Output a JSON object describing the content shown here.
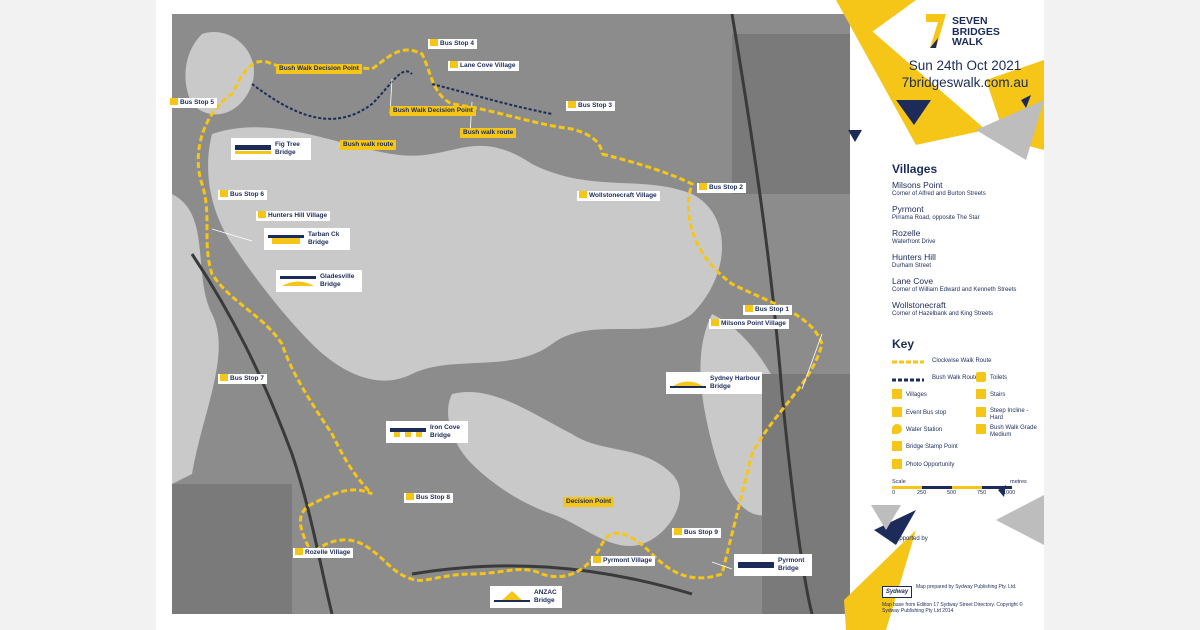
{
  "header": {
    "logo_text": [
      "SEVEN",
      "BRIDGES",
      "WALK"
    ],
    "date": "Sun 24th Oct 2021",
    "url": "7bridgeswalk.com.au"
  },
  "colors": {
    "navy": "#1c2b5a",
    "yellow": "#f5c518",
    "map_grey": "#8c8c8c",
    "water": "#c9c9c9"
  },
  "villages_heading": "Villages",
  "villages": [
    {
      "name": "Milsons Point",
      "address": "Corner of Alfred and Burton Streets"
    },
    {
      "name": "Pyrmont",
      "address": "Pirrama Road, opposite The Star"
    },
    {
      "name": "Rozelle",
      "address": "Waterfront Drive"
    },
    {
      "name": "Hunters Hill",
      "address": "Durham Street"
    },
    {
      "name": "Lane Cove",
      "address": "Corner of William Edward and Kenneth Streets"
    },
    {
      "name": "Wollstonecraft",
      "address": "Corner of Hazelbank and King Streets"
    }
  ],
  "key_heading": "Key",
  "key": {
    "clockwise": "Clockwise Walk Route",
    "bush_route": "Bush Walk Route",
    "toilets": "Toilets",
    "villages": "Villages",
    "stairs": "Stairs",
    "event_bus": "Event Bus stop",
    "steep": "Steep Incline - Hard",
    "water": "Water Station",
    "bush_grade": "Bush Walk Grade Medium",
    "stamp": "Bridge Stamp Point",
    "photo": "Photo Opportunity"
  },
  "scale": {
    "label": "Scale",
    "unit": "metres",
    "ticks": [
      "0",
      "250",
      "500",
      "750",
      "1000"
    ]
  },
  "supported_by": "Supported by",
  "credit": {
    "brand": "Sydway",
    "line1": "Map prepared by Sydway Publishing Pty. Ltd.",
    "line2": "Map base from Edition 17 Sydway Street Directory. Copyright © Sydway Publishing Pty Ltd 2014"
  },
  "map_labels": {
    "bus_stop_1": "Bus Stop 1",
    "bus_stop_2": "Bus Stop 2",
    "bus_stop_3": "Bus Stop 3",
    "bus_stop_4": "Bus Stop 4",
    "bus_stop_5": "Bus Stop 5",
    "bus_stop_6": "Bus Stop 6",
    "bus_stop_7": "Bus Stop 7",
    "bus_stop_8": "Bus Stop 8",
    "bus_stop_9": "Bus Stop 9",
    "lane_cove_village": "Lane Cove Village",
    "wollstonecraft_village": "Wollstonecraft Village",
    "milsons_point_village": "Milsons Point Village",
    "hunters_hill_village": "Hunters Hill Village",
    "rozelle_village": "Rozelle Village",
    "pyrmont_village": "Pyrmont Village",
    "bush_decision_1": "Bush Walk Decision Point",
    "bush_decision_2": "Bush Walk Decision Point",
    "bush_route_1": "Bush walk route",
    "bush_route_2": "Bush walk route",
    "decision_point": "Decision Point",
    "fig_tree": [
      "Fig Tree",
      "Bridge"
    ],
    "tarban": [
      "Tarban Ck",
      "Bridge"
    ],
    "gladesville": [
      "Gladesville",
      "Bridge"
    ],
    "harbour": [
      "Sydney Harbour",
      "Bridge"
    ],
    "iron_cove": [
      "Iron Cove",
      "Bridge"
    ],
    "anzac": [
      "ANZAC",
      "Bridge"
    ],
    "pyrmont_bridge": [
      "Pyrmont",
      "Bridge"
    ]
  }
}
